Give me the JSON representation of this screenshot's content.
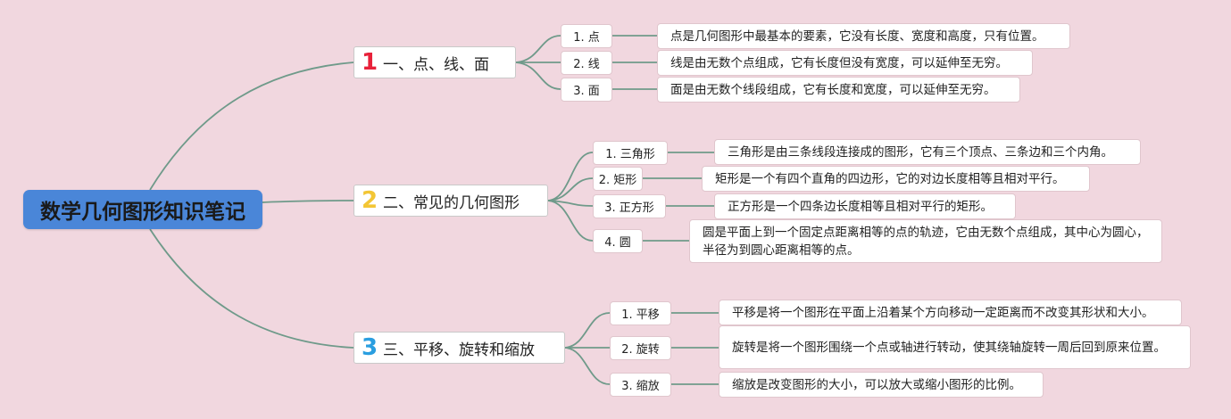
{
  "root": {
    "title": "数学几何图形知识笔记"
  },
  "branches": [
    {
      "number": "1",
      "number_color": "#e8213a",
      "title": "一、点、线、面",
      "items": [
        {
          "label": "1. 点",
          "desc": "点是几何图形中最基本的要素，它没有长度、宽度和高度，只有位置。"
        },
        {
          "label": "2. 线",
          "desc": "线是由无数个点组成，它有长度但没有宽度，可以延伸至无穷。"
        },
        {
          "label": "3. 面",
          "desc": "面是由无数个线段组成，它有长度和宽度，可以延伸至无穷。"
        }
      ]
    },
    {
      "number": "2",
      "number_color": "#f3c635",
      "title": "二、常见的几何图形",
      "items": [
        {
          "label": "1. 三角形",
          "desc": "三角形是由三条线段连接成的图形，它有三个顶点、三条边和三个内角。"
        },
        {
          "label": "2. 矩形",
          "desc": "矩形是一个有四个直角的四边形，它的对边长度相等且相对平行。"
        },
        {
          "label": "3. 正方形",
          "desc": "正方形是一个四条边长度相等且相对平行的矩形。"
        },
        {
          "label": "4. 圆",
          "desc": "圆是平面上到一个固定点距离相等的点的轨迹，它由无数个点组成，其中心为圆心，半径为到圆心距离相等的点。"
        }
      ]
    },
    {
      "number": "3",
      "number_color": "#2a9ee0",
      "title": "三、平移、旋转和缩放",
      "items": [
        {
          "label": "1. 平移",
          "desc": "平移是将一个图形在平面上沿着某个方向移动一定距离而不改变其形状和大小。"
        },
        {
          "label": "2. 旋转",
          "desc": "旋转是将一个图形围绕一个点或轴进行转动，使其绕轴旋转一周后回到原来位置。"
        },
        {
          "label": "3. 缩放",
          "desc": "缩放是改变图形的大小，可以放大或缩小图形的比例。"
        }
      ]
    }
  ],
  "colors": {
    "background": "#f1d7df",
    "root": "#4a86d8",
    "connector": "#6f9a8a"
  }
}
